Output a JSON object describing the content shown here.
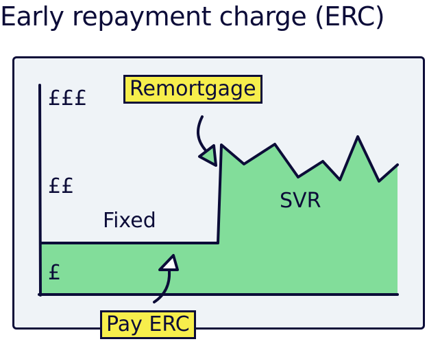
{
  "title": "Early repayment charge (ERC)",
  "diagram": {
    "y_axis_labels": [
      "£££",
      "££",
      "£"
    ],
    "regions": [
      {
        "name": "fixed",
        "label": "Fixed",
        "level": "£"
      },
      {
        "name": "svr",
        "label": "SVR",
        "level": "££ to £££ (variable)"
      }
    ],
    "callouts": [
      {
        "name": "remortgage",
        "label": "Remortgage",
        "points_to": "start of SVR"
      },
      {
        "name": "pay-erc",
        "label": "Pay ERC",
        "points_to": "during fixed period"
      }
    ],
    "colors": {
      "fill": "#82dd9a",
      "ink": "#0c0c38",
      "callout": "#f7ee4c",
      "background": "#eff3f7"
    }
  }
}
